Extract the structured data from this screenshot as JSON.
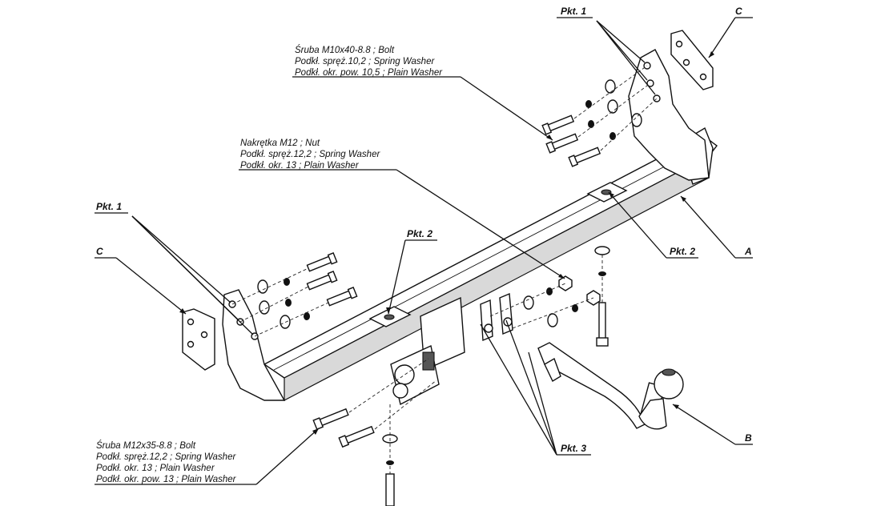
{
  "labels": {
    "pkt1_top": "Pkt. 1",
    "pkt1_left": "Pkt. 1",
    "pkt2_left": "Pkt. 2",
    "pkt2_right": "Pkt. 2",
    "pkt3": "Pkt. 3",
    "c_top": "C",
    "c_left": "C",
    "a": "A",
    "b": "B"
  },
  "notes": {
    "top_bolt": [
      "Śruba M10x40-8.8 ;  Bolt",
      "Podkł. spręż.10,2 ; Spring Washer",
      "Podkł. okr. pow. 10,5 ; Plain Washer"
    ],
    "nut": [
      "Nakrętka  M12 ; Nut",
      "Podkł. spręż.12,2 ; Spring Washer",
      "Podkł. okr. 13 ; Plain Washer"
    ],
    "bottom_bolt": [
      "Śruba M12x35-8.8 ;  Bolt",
      "Podkł. spręż.12,2 ; Spring Washer",
      "Podkł. okr. 13 ; Plain Washer",
      "Podkł. okr. pow. 13 ; Plain Washer"
    ]
  },
  "colors": {
    "ink": "#111111",
    "shade": "#d9d9d9",
    "background": "#ffffff"
  }
}
